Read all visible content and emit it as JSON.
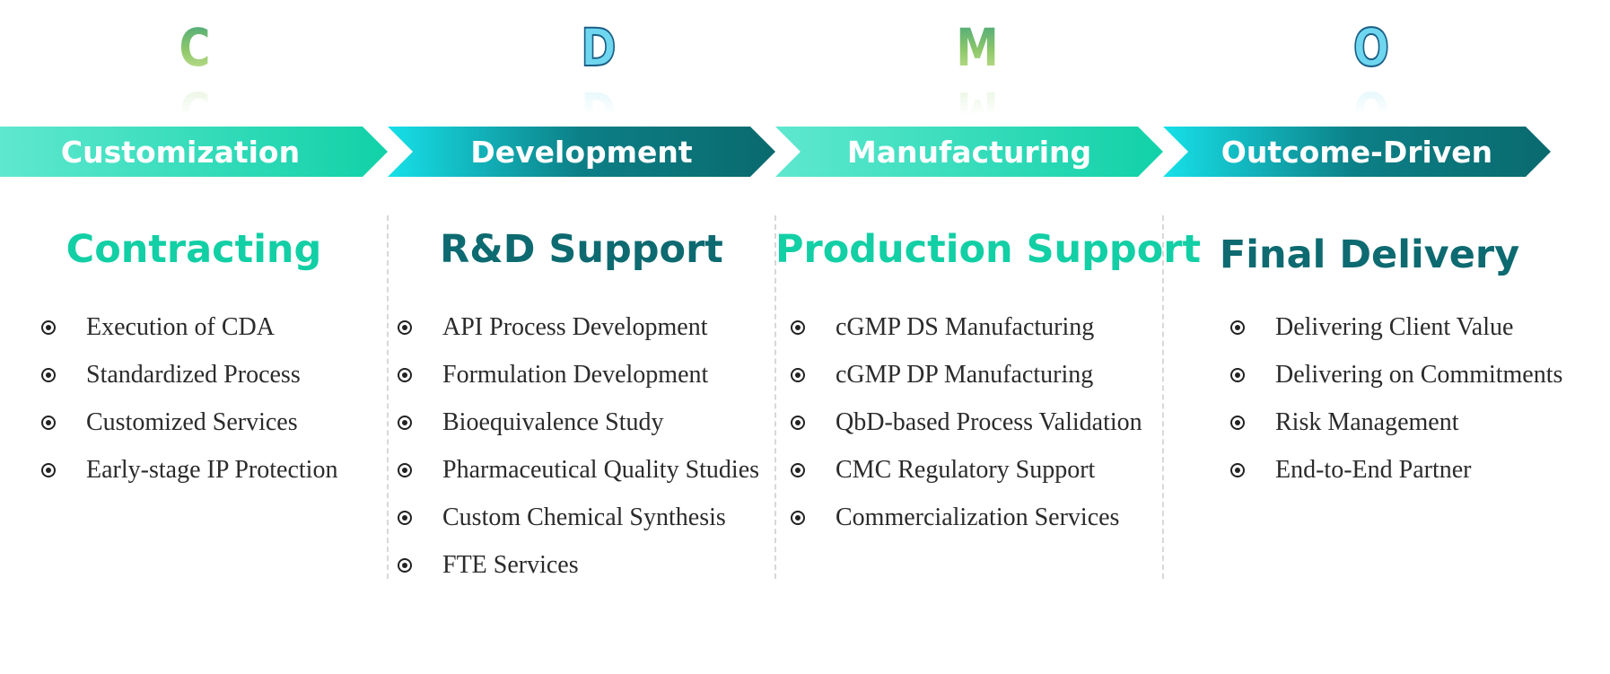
{
  "letters": [
    {
      "char": "C",
      "style": "green"
    },
    {
      "char": "D",
      "style": "blue"
    },
    {
      "char": "M",
      "style": "green"
    },
    {
      "char": "O",
      "style": "blue"
    }
  ],
  "stages": [
    {
      "label": "Customization"
    },
    {
      "label": "Development"
    },
    {
      "label": "Manufacturing"
    },
    {
      "label": "Outcome-Driven"
    }
  ],
  "columns": [
    {
      "title": "Contracting",
      "items": [
        "Execution of CDA",
        "Standardized Process",
        "Customized Services",
        "Early-stage IP Protection"
      ]
    },
    {
      "title": "R&D Support",
      "items": [
        "API Process Development",
        "Formulation Development",
        "Bioequivalence Study",
        "Pharmaceutical Quality Studies",
        "Custom Chemical Synthesis",
        "FTE Services"
      ]
    },
    {
      "title": "Production Support",
      "items": [
        "cGMP DS Manufacturing",
        "cGMP DP Manufacturing",
        "QbD-based Process Validation",
        "CMC Regulatory Support",
        "Commercialization Services"
      ]
    },
    {
      "title": "Final Delivery",
      "items": [
        "Delivering Client Value",
        "Delivering on Commitments",
        "Risk Management",
        "End-to-End Partner"
      ]
    }
  ],
  "colors": {
    "teal": "#12cfa5",
    "dark_teal": "#0d6a70",
    "bullet": "#222222"
  }
}
